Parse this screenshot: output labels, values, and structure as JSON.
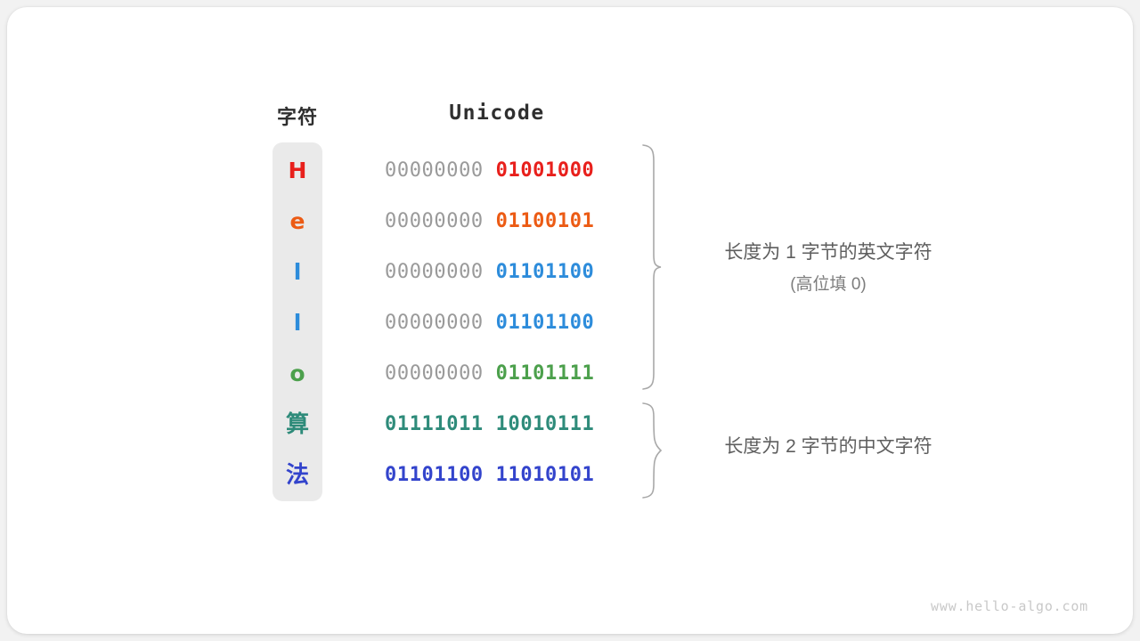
{
  "card": {
    "background": "#ffffff",
    "page_background": "#f2f2f2"
  },
  "headers": {
    "char": "字符",
    "unicode": "Unicode"
  },
  "colors": {
    "gray_column": "#eaeaea",
    "high_byte_gray": "#9a9a9a",
    "note_text": "#5e5e5e",
    "brace": "#a8a8a8",
    "watermark": "#c8c8c8"
  },
  "rows": [
    {
      "char": "H",
      "color": "#e8201c",
      "high_byte": "00000000",
      "low_byte": "01001000",
      "high_bold": false,
      "cjk": false
    },
    {
      "char": "e",
      "color": "#ec5b14",
      "high_byte": "00000000",
      "low_byte": "01100101",
      "high_bold": false,
      "cjk": false
    },
    {
      "char": "l",
      "color": "#2d8cdb",
      "high_byte": "00000000",
      "low_byte": "01101100",
      "high_bold": false,
      "cjk": false
    },
    {
      "char": "l",
      "color": "#2d8cdb",
      "high_byte": "00000000",
      "low_byte": "01101100",
      "high_bold": false,
      "cjk": false
    },
    {
      "char": "o",
      "color": "#4ca04c",
      "high_byte": "00000000",
      "low_byte": "01101111",
      "high_bold": false,
      "cjk": false
    },
    {
      "char": "算",
      "color": "#2e8b7a",
      "high_byte": "01111011",
      "low_byte": "10010111",
      "high_bold": true,
      "cjk": true
    },
    {
      "char": "法",
      "color": "#3344cc",
      "high_byte": "01101100",
      "low_byte": "11010101",
      "high_bold": true,
      "cjk": true
    }
  ],
  "notes": {
    "one_byte_line1": "长度为 1 字节的英文字符",
    "one_byte_line2": "(高位填 0)",
    "two_byte_line1": "长度为 2 字节的中文字符"
  },
  "watermark": "www.hello-algo.com"
}
